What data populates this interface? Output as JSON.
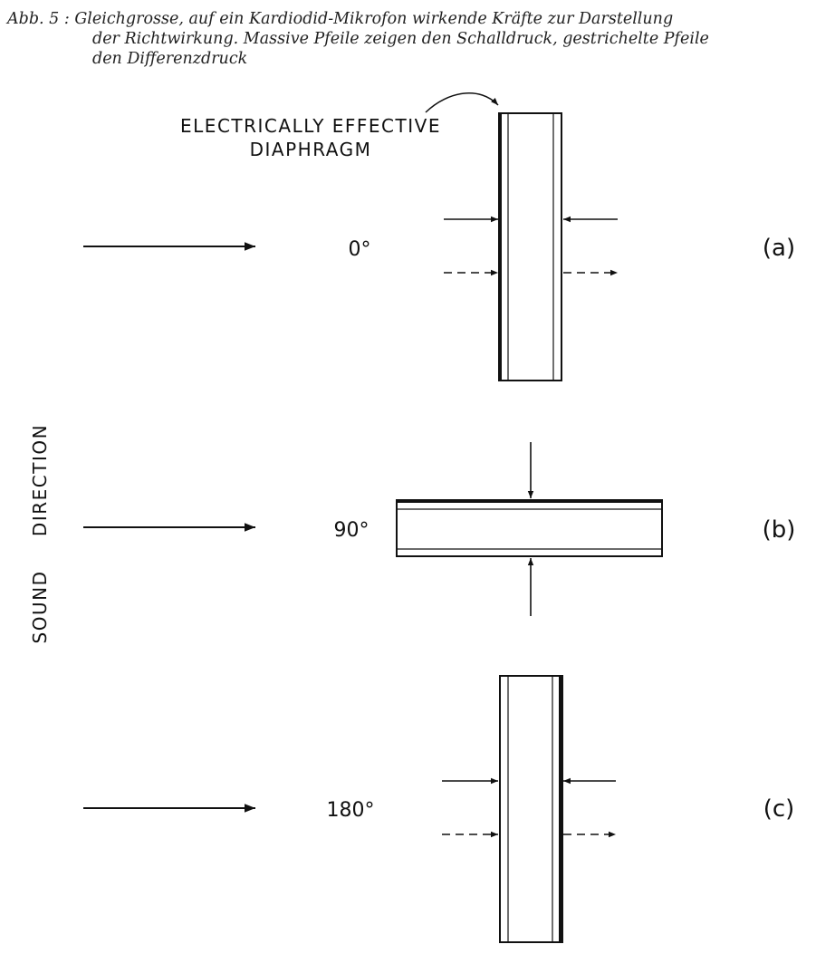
{
  "caption": {
    "line1": "Abb. 5 : Gleichgrosse, auf ein Kardiodid-Mikrofon wirkende Kräfte zur Darstellung",
    "line2": "der Richtwirkung. Massive Pfeile zeigen den Schalldruck, gestrichelte Pfeile",
    "line3": "den Differenzdruck"
  },
  "diaphragm_label": {
    "line1": "ELECTRICALLY EFFECTIVE",
    "line2": "DIAPHRAGM"
  },
  "side_label": {
    "word1": "SOUND",
    "word2": "DIRECTION"
  },
  "panels": {
    "a": {
      "angle": "0°",
      "tag": "(a)"
    },
    "b": {
      "angle": "90°",
      "tag": "(b)"
    },
    "c": {
      "angle": "180°",
      "tag": "(c)"
    }
  }
}
